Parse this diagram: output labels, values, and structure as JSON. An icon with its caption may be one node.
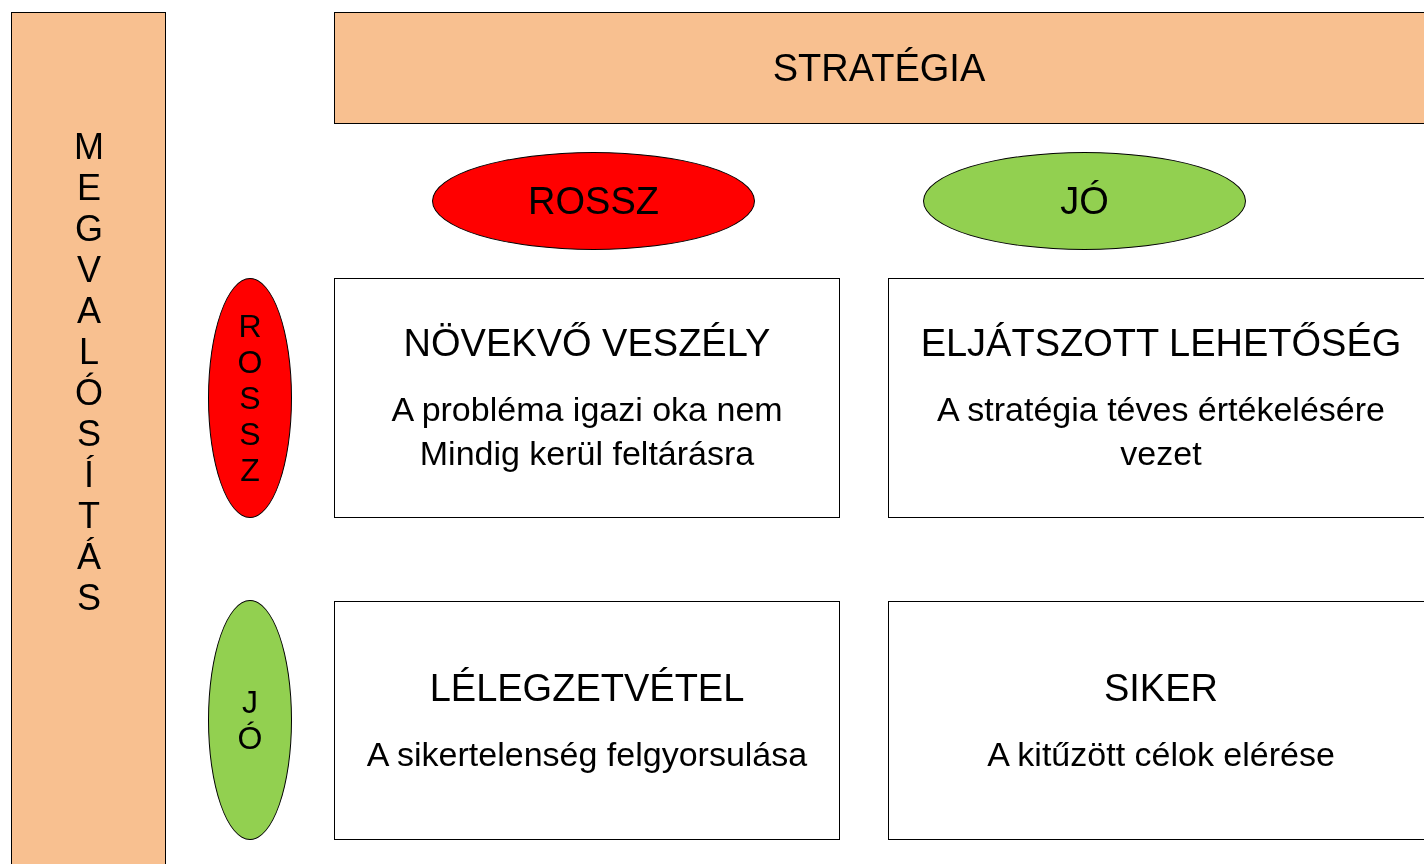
{
  "diagram": {
    "nodes": [
      {
        "text": [
          "STRATÉGIA"
        ]
      },
      {
        "text": [
          "MEGVALÓSÍTÁS"
        ]
      },
      {
        "text": [
          "ROSSZ"
        ]
      },
      {
        "text": [
          "JÓ"
        ]
      },
      {
        "text": [
          "ROSSZ"
        ]
      },
      {
        "text": [
          "NÖVEKVŐ VESZÉLY",
          "A probléma igazi oka nem Mindig kerül feltárásra"
        ]
      },
      {
        "text": [
          "ELJÁTSZOTT LEHETŐSÉG",
          "A stratégia téves értékelésére vezet"
        ]
      },
      {
        "text": [
          "JÓ"
        ]
      },
      {
        "text": [
          "LÉLEGZETVÉTEL",
          "A sikertelenség felgyorsulása"
        ]
      },
      {
        "text": [
          "SIKER",
          "A kitűzött célok elérése"
        ]
      }
    ]
  }
}
